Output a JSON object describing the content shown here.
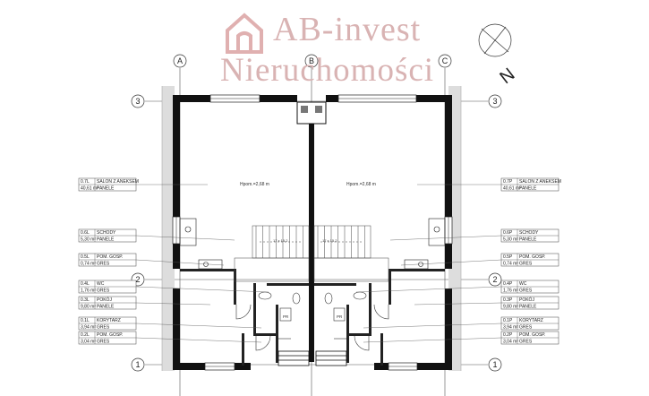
{
  "watermark": {
    "line1": "AB-invest",
    "line2": "Nieruchomości",
    "color": "#d9a3a3"
  },
  "north": {
    "label": "N"
  },
  "axes": {
    "columns": [
      "A",
      "B",
      "C"
    ],
    "rows": [
      "3",
      "2",
      "1"
    ]
  },
  "heights": {
    "left": "Hpom.=2,68 m",
    "right": "Hpom.=2,68 m"
  },
  "stairs_notes": {
    "left": "17 x 15,2",
    "right": "17 x 15,2"
  },
  "small_rooms": {
    "left": "PR",
    "right": "PR"
  },
  "rooms_left": [
    {
      "code": "0.7L",
      "name": "SALON Z ANEKSEM",
      "area": "40,61 m²",
      "floor": "PANELE"
    },
    {
      "code": "0.6L",
      "name": "SCHODY",
      "area": "5,30 m²",
      "floor": "PANELE"
    },
    {
      "code": "0.5L",
      "name": "POM. GOSP.",
      "area": "0,74 m²",
      "floor": "GRES"
    },
    {
      "code": "0.4L",
      "name": "WC",
      "area": "1,76 m²",
      "floor": "GRES"
    },
    {
      "code": "0.3L",
      "name": "POKÓJ",
      "area": "9,80 m²",
      "floor": "PANELE"
    },
    {
      "code": "0.1L",
      "name": "KORYTARZ",
      "area": "3,94 m²",
      "floor": "GRES"
    },
    {
      "code": "0.2L",
      "name": "POM. GOSP.",
      "area": "3,04 m²",
      "floor": "GRES"
    }
  ],
  "rooms_right": [
    {
      "code": "0.7P",
      "name": "SALON Z ANEKSEM",
      "area": "40,61 m²",
      "floor": "PANELE"
    },
    {
      "code": "0.6P",
      "name": "SCHODY",
      "area": "5,30 m²",
      "floor": "PANELE"
    },
    {
      "code": "0.5P",
      "name": "POM. GOSP.",
      "area": "0,74 m²",
      "floor": "GRES"
    },
    {
      "code": "0.4P",
      "name": "WC",
      "area": "1,76 m²",
      "floor": "GRES"
    },
    {
      "code": "0.3P",
      "name": "POKÓJ",
      "area": "9,80 m²",
      "floor": "PANELE"
    },
    {
      "code": "0.1P",
      "name": "KORYTARZ",
      "area": "3,94 m²",
      "floor": "GRES"
    },
    {
      "code": "0.2P",
      "name": "POM. GOSP.",
      "area": "3,04 m²",
      "floor": "GRES"
    }
  ]
}
